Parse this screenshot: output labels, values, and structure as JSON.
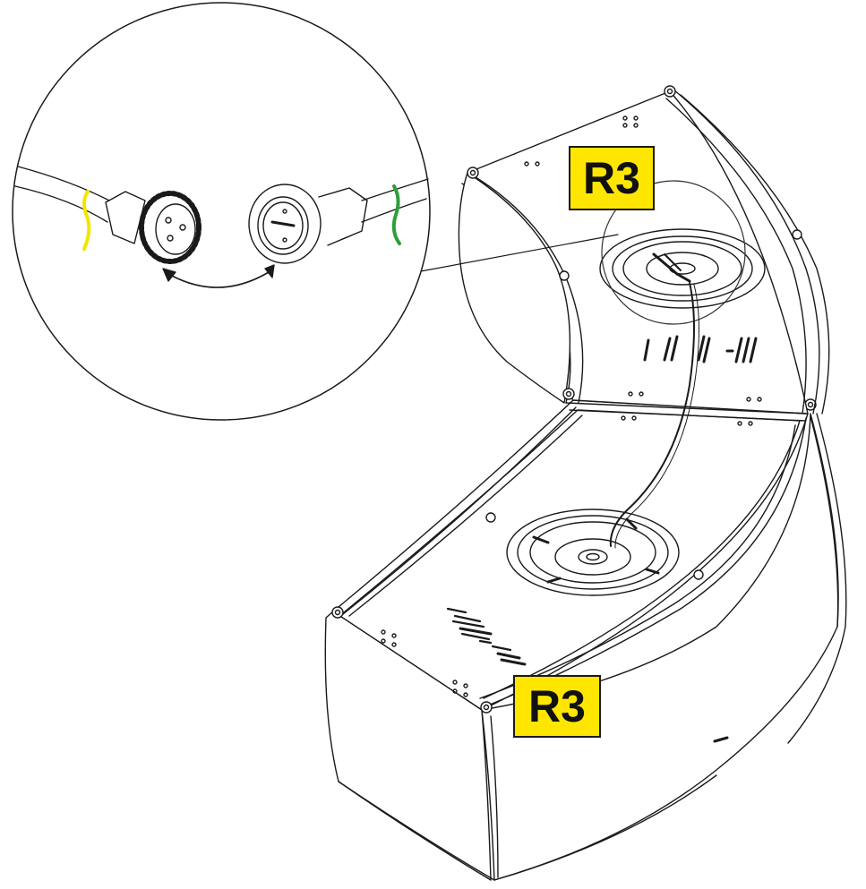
{
  "labels": {
    "top": "R3",
    "bottom": "R3"
  },
  "colors": {
    "label_fill": "#ffe600",
    "line": "#1a1a1a",
    "cable_marker_left": "#f2e600",
    "cable_marker_right": "#2e9e3a"
  },
  "icons": {
    "rotate_arrow": "double-headed-curved-arrow",
    "connector_left": "female-circular-connector",
    "connector_right": "male-circular-connector"
  }
}
